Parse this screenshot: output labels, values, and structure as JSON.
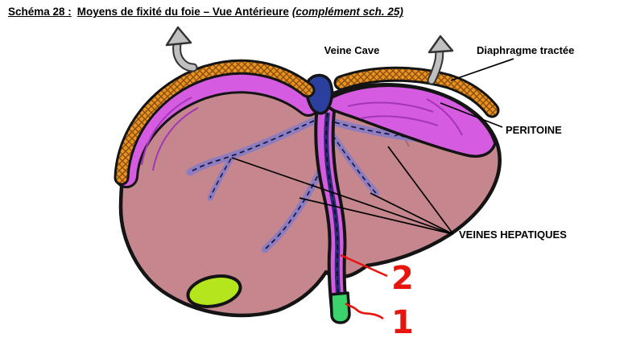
{
  "title": {
    "prefix": "Schéma 28 :",
    "main": "Moyens de fixité du foie – Vue Antérieure",
    "suffix": "(complément sch. 25)"
  },
  "labels": {
    "veine_cave": "Veine Cave",
    "diaphragme_tractee": "Diaphragme tractée",
    "peritoine": "PERITOINE",
    "veines_hepatiques": "VEINES HEPATIQUES",
    "number_2": "2",
    "number_1": "1"
  },
  "colors": {
    "liver": "#c5878d",
    "peritoneum": "#d55ce0",
    "peritoneum_fold": "#a335b8",
    "diaphragm": "#e8941f",
    "diaphragm_hatch": "#8a4d12",
    "vena_cava": "#2b3f9e",
    "hepatic_vein": "#8d7cc0",
    "vessel_core": "#2e2a72",
    "green_tip": "#3bd36b",
    "gallbladder": "#b5e61d",
    "annotation_red": "#e8150f",
    "arrow_gray": "#c0c0c0"
  }
}
